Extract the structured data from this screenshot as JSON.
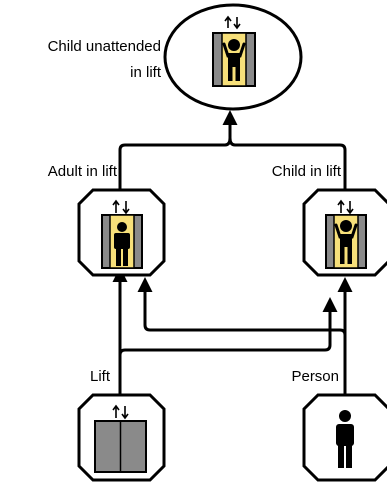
{
  "diagram": {
    "nodes": {
      "child_unattended": {
        "label_line1": "Child unattended",
        "label_line2": "in lift"
      },
      "adult_in_lift": {
        "label": "Adult in lift"
      },
      "child_in_lift": {
        "label": "Child in lift"
      },
      "lift": {
        "label": "Lift"
      },
      "person": {
        "label": "Person"
      }
    }
  },
  "colors": {
    "lift_door": "#8a8a8a",
    "lift_highlight": "#f7e07a",
    "stroke": "#000000"
  },
  "icons": {
    "lift": "lift-icon",
    "person": "person-icon",
    "adult_in_lift": "adult-in-lift-icon",
    "child_in_lift": "child-in-lift-icon",
    "child_unattended": "child-unattended-icon"
  }
}
